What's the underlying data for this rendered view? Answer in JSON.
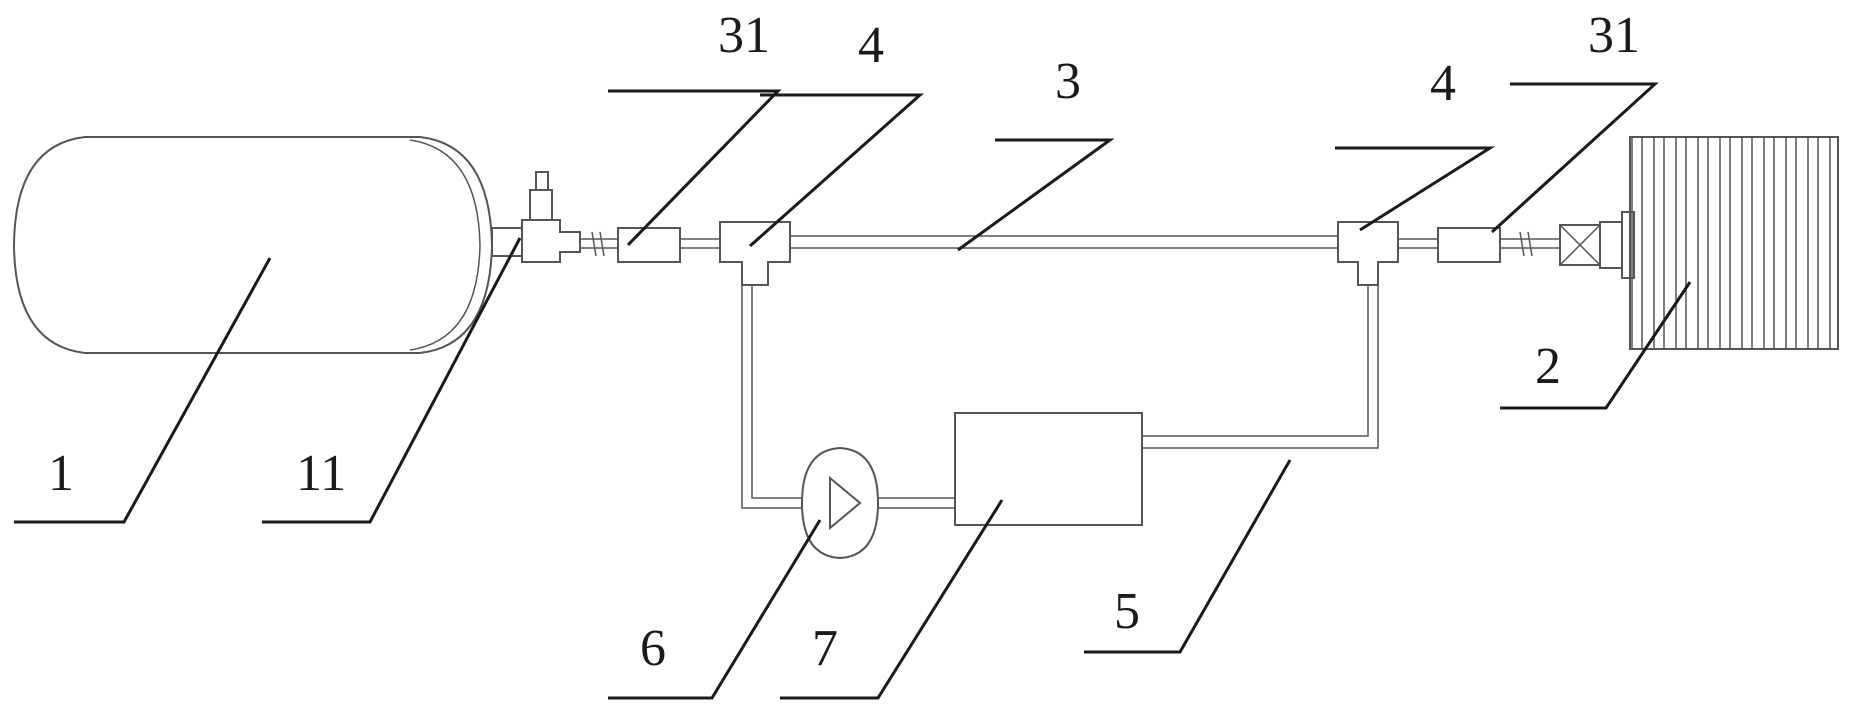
{
  "labels": {
    "tank": "1",
    "tank_valve": "11",
    "heat_exchanger": "2",
    "main_pipe": "3",
    "connector_left": "31",
    "connector_right": "31",
    "tee_left": "4",
    "tee_right": "4",
    "branch_pipe": "5",
    "pump": "6",
    "unit": "7"
  },
  "colors": {
    "line": "#555555",
    "leader": "#1a1a1a",
    "background": "#ffffff"
  }
}
